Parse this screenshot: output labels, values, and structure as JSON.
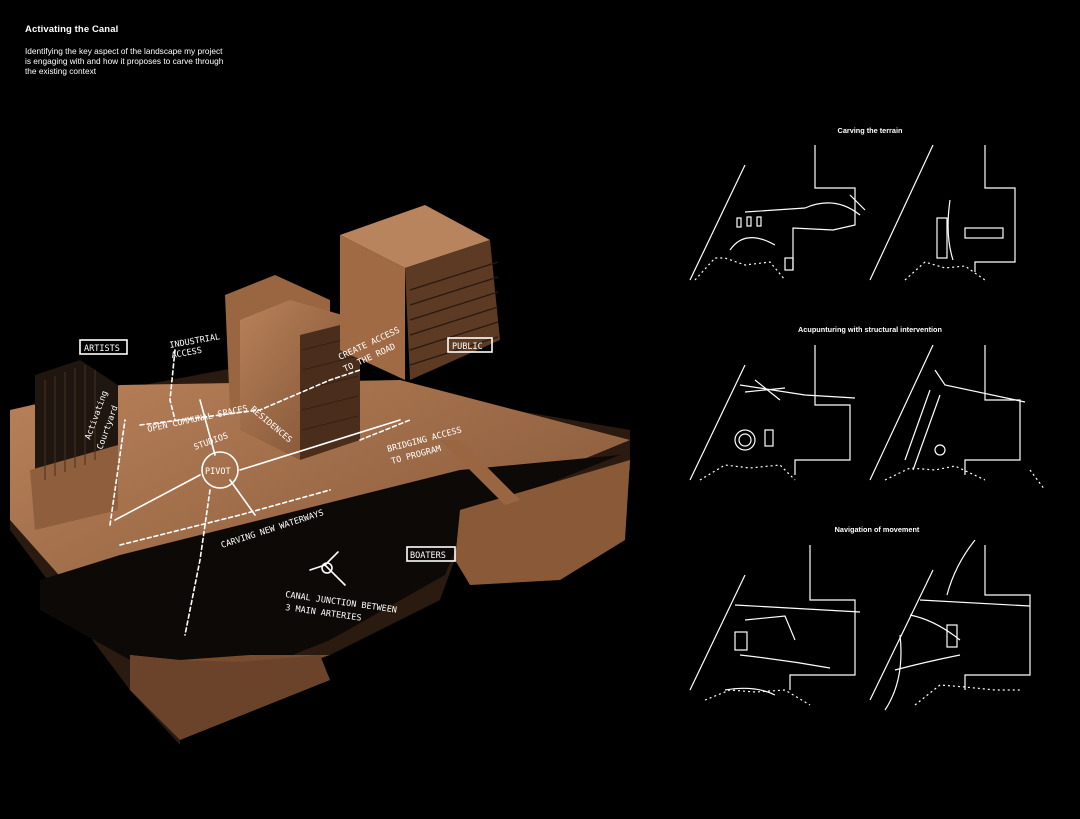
{
  "header": {
    "title": "Activating the Canal",
    "description": "Identifying the key aspect of the landscape my project\nis engaging with and how it proposes to carve through\nthe existing context"
  },
  "model_annotations": {
    "artists": "ARTISTS",
    "public": "PUBLIC",
    "boaters": "BOATERS",
    "industrial_access": [
      "INDUSTRIAL",
      "ACCESS"
    ],
    "create_access": [
      "CREATE ACCESS",
      "TO THE ROAD"
    ],
    "open_communal": "OPEN COMMUNAL SPACES",
    "studios": "STUDIOS",
    "residences": "RESIDENCES",
    "activating_courtyard": [
      "Activating",
      "Courtyard"
    ],
    "pivot": "PIVOT",
    "bridging_access": [
      "BRIDGING ACCESS",
      "TO PROGRAM"
    ],
    "carving": "CARVING NEW WATERWAYS",
    "canal_junction": [
      "CANAL JUNCTION BETWEEN",
      "3 MAIN ARTERIES"
    ]
  },
  "sketches": {
    "carving_title": "Carving the terrain",
    "acupuncture_title": "Acupunturing with structural intervention",
    "navigation_title": "Navigation of movement"
  },
  "colors": {
    "background": "#000000",
    "cardboard": "#b07a52",
    "cardboard_dark": "#5a3a24",
    "line": "#ffffff"
  }
}
